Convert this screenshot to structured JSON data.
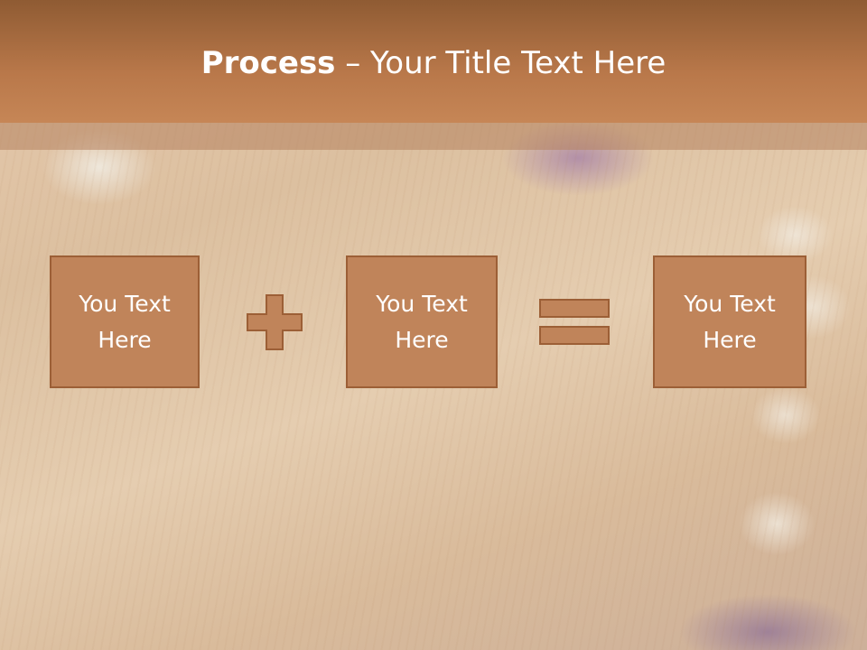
{
  "slide": {
    "title_bold": "Process",
    "title_rest": " – Your Title Text Here",
    "boxes": [
      {
        "line1": "You Text",
        "line2": "Here"
      },
      {
        "line1": "You Text",
        "line2": "Here"
      },
      {
        "line1": "You Text",
        "line2": "Here"
      }
    ]
  },
  "icons": {
    "operator_1": "plus-icon",
    "operator_2": "equals-icon"
  },
  "colors": {
    "title_bar": "#b9784a",
    "box_fill": "#c0845a",
    "box_border": "#9c5f36",
    "text": "#ffffff"
  }
}
